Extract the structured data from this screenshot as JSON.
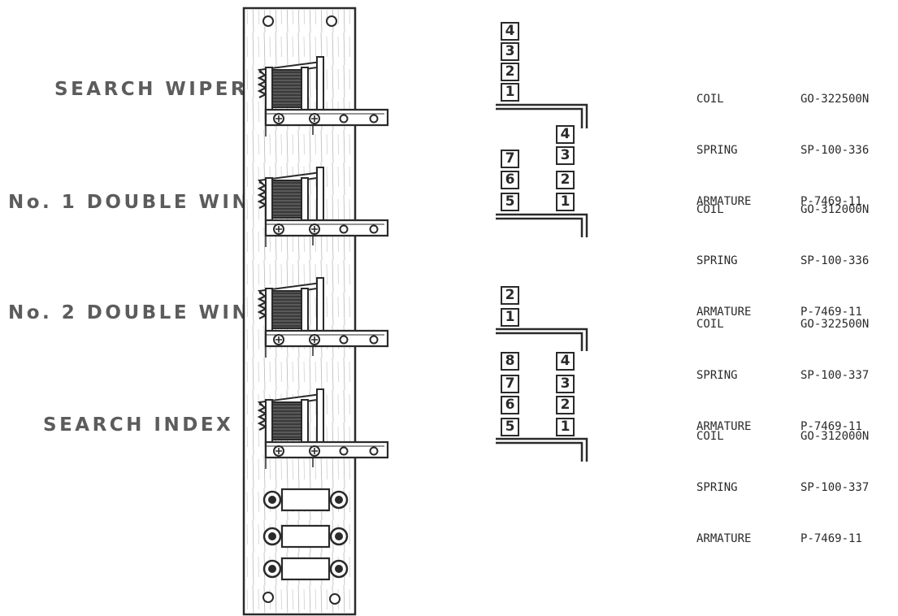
{
  "relays": [
    {
      "name": "SEARCH WIPER",
      "coil": {
        "label": "COIL",
        "value": "GO-322500N"
      },
      "spring": {
        "label": "SPRING",
        "value": "SP-100-336"
      },
      "armature": {
        "label": "ARMATURE",
        "value": "P-7469-11"
      },
      "contacts_upper": [
        "4",
        "3",
        "2",
        "1"
      ],
      "contacts_lower": []
    },
    {
      "name": "No. 1 DOUBLE WIN",
      "coil": {
        "label": "COIL",
        "value": "GO-312000N"
      },
      "spring": {
        "label": "SPRING",
        "value": "SP-100-336"
      },
      "armature": {
        "label": "ARMATURE",
        "value": "P-7469-11"
      },
      "contacts_upper": [
        "7",
        "6",
        "5"
      ],
      "contacts_lower": [
        "4",
        "3",
        "2",
        "1"
      ]
    },
    {
      "name": "No. 2 DOUBLE WIN",
      "coil": {
        "label": "COIL",
        "value": "GO-322500N"
      },
      "spring": {
        "label": "SPRING",
        "value": "SP-100-337"
      },
      "armature": {
        "label": "ARMATURE",
        "value": "P-7469-11"
      },
      "contacts_upper": [
        "2",
        "1"
      ],
      "contacts_lower": []
    },
    {
      "name": "SEARCH INDEX",
      "coil": {
        "label": "COIL",
        "value": "GO-312000N"
      },
      "spring": {
        "label": "SPRING",
        "value": "SP-100-337"
      },
      "armature": {
        "label": "ARMATURE",
        "value": "P-7469-11"
      },
      "contacts_upper": [
        "8",
        "7",
        "6",
        "5"
      ],
      "contacts_lower": [
        "4",
        "3",
        "2",
        "1"
      ]
    }
  ]
}
